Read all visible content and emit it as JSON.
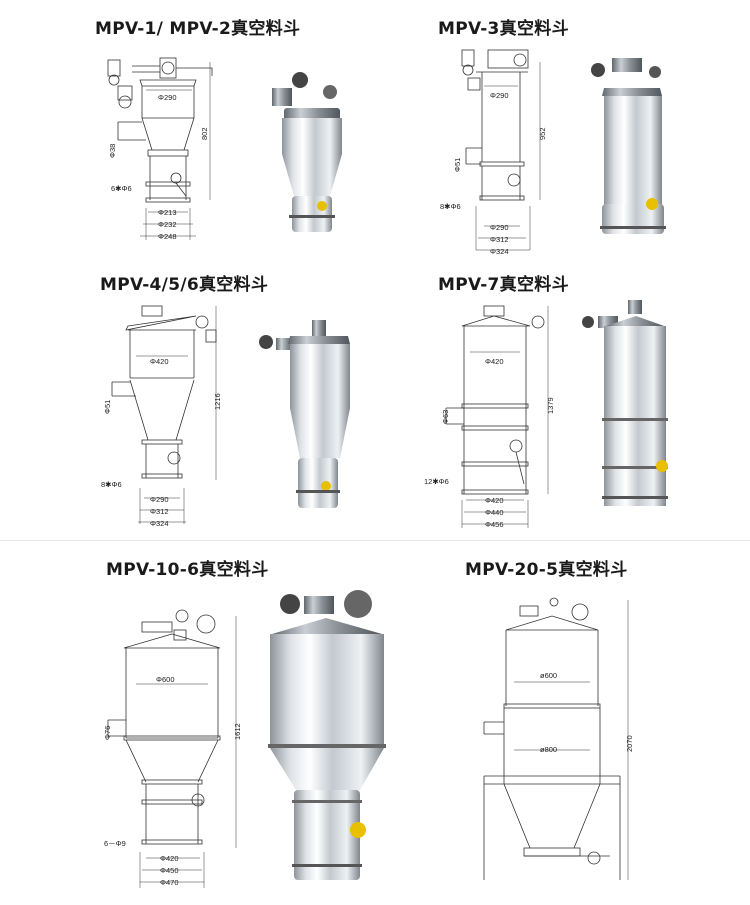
{
  "panels": [
    {
      "title": "MPV-1/ MPV-2真空料斗",
      "height": "802",
      "side_pipe": "Φ38",
      "holes": "6✱Φ6",
      "top_dia": "Φ290",
      "bottom_dias": [
        "Φ213",
        "Φ232",
        "Φ248"
      ]
    },
    {
      "title": "MPV-3真空料斗",
      "height": "952",
      "side_pipe": "Φ51",
      "holes": "8✱Φ6",
      "top_dia": "Φ290",
      "bottom_dias": [
        "Φ290",
        "Φ312",
        "Φ324"
      ]
    },
    {
      "title": "MPV-4/5/6真空料斗",
      "height": "1216",
      "side_pipe": "Φ51",
      "holes": "8✱Φ6",
      "top_dia": "Φ420",
      "bottom_dias": [
        "Φ290",
        "Φ312",
        "Φ324"
      ]
    },
    {
      "title": "MPV-7真空料斗",
      "height": "1379",
      "side_pipe": "Φ63",
      "holes": "12✱Φ6",
      "top_dia": "Φ420",
      "bottom_dias": [
        "Φ420",
        "Φ440",
        "Φ456"
      ]
    },
    {
      "title": "MPV-10-6真空料斗",
      "height": "1612",
      "side_pipe": "Φ76",
      "holes": "6－Φ9",
      "top_dia": "Φ600",
      "bottom_dias": [
        "Φ420",
        "Φ450",
        "Φ470"
      ]
    },
    {
      "title": "MPV-20-5真空料斗",
      "height": "2070",
      "top_dia": "ø600",
      "mid_dia": "ø800"
    }
  ]
}
